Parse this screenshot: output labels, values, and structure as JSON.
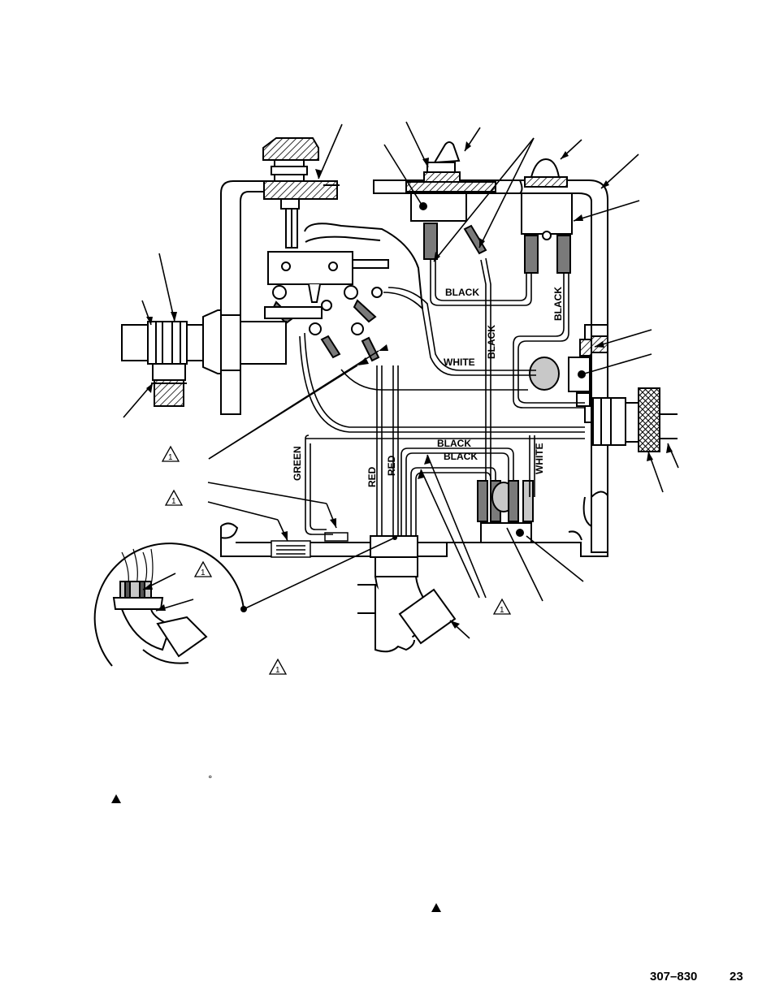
{
  "wire_labels": {
    "black_top": "BLACK",
    "black_vertical_right": "BLACK",
    "black_vertical_center": "BLACK",
    "white_mid": "WHITE",
    "black_bottom_1": "BLACK",
    "black_bottom_2": "BLACK",
    "white_vertical": "WHITE",
    "green_vertical": "GREEN",
    "red_vertical_1": "RED",
    "red_vertical_2": "RED"
  },
  "callout_markers": [
    "1",
    "1",
    "1",
    "1",
    "1"
  ],
  "degree_mark": "°",
  "footer": {
    "doc_number": "307–830",
    "page_number": "23"
  },
  "colors": {
    "ink": "#000000",
    "shade": "#7a7a7a",
    "light_shade": "#c8c8c8",
    "paper": "#ffffff"
  }
}
